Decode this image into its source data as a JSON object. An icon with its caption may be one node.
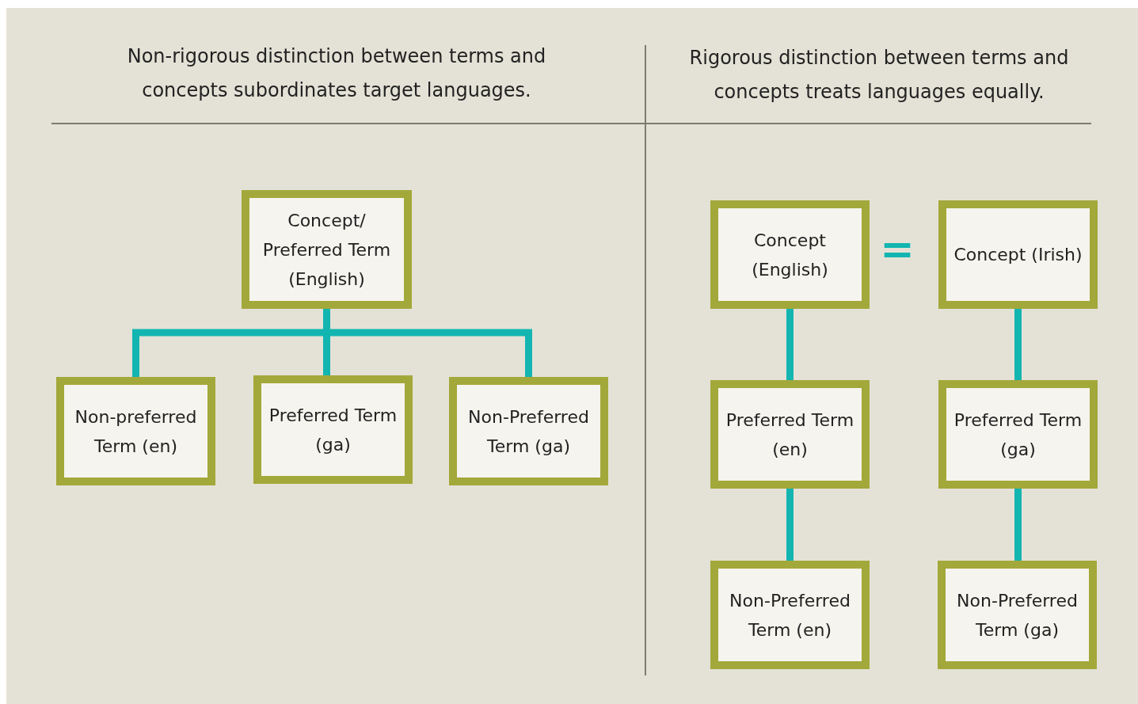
{
  "diagram": {
    "nodes": [
      {
        "text": [
          "Concept/ Preferred Term (English)"
        ]
      },
      {
        "text": [
          "Non-preferred Term (en)"
        ]
      },
      {
        "text": [
          "Preferred Term (ga)"
        ]
      },
      {
        "text": [
          "Non-Preferred Term (ga)"
        ]
      },
      {
        "text": [
          "Concept (English)"
        ]
      },
      {
        "text": [
          "Concept (Irish)"
        ]
      },
      {
        "text": [
          "Preferred Term (en)"
        ]
      },
      {
        "text": [
          "Preferred Term (ga)"
        ]
      },
      {
        "text": [
          "Non-Preferred Term (en)"
        ]
      },
      {
        "text": [
          "Non-Preferred Term (ga)"
        ]
      }
    ],
    "edges": [
      {
        "from": 0,
        "to": 1,
        "arrow": "none"
      },
      {
        "from": 0,
        "to": 2,
        "arrow": "none"
      },
      {
        "from": 0,
        "to": 3,
        "arrow": "none"
      },
      {
        "from": 4,
        "to": 6,
        "arrow": "none"
      },
      {
        "from": 6,
        "to": 8,
        "arrow": "none"
      },
      {
        "from": 5,
        "to": 7,
        "arrow": "none"
      },
      {
        "from": 7,
        "to": 9,
        "arrow": "none"
      }
    ],
    "labels": [
      "Non-rigorous distinction between terms and concepts subordinates target languages.",
      "Rigorous distinction between terms and concepts treats languages equally.",
      "="
    ]
  }
}
